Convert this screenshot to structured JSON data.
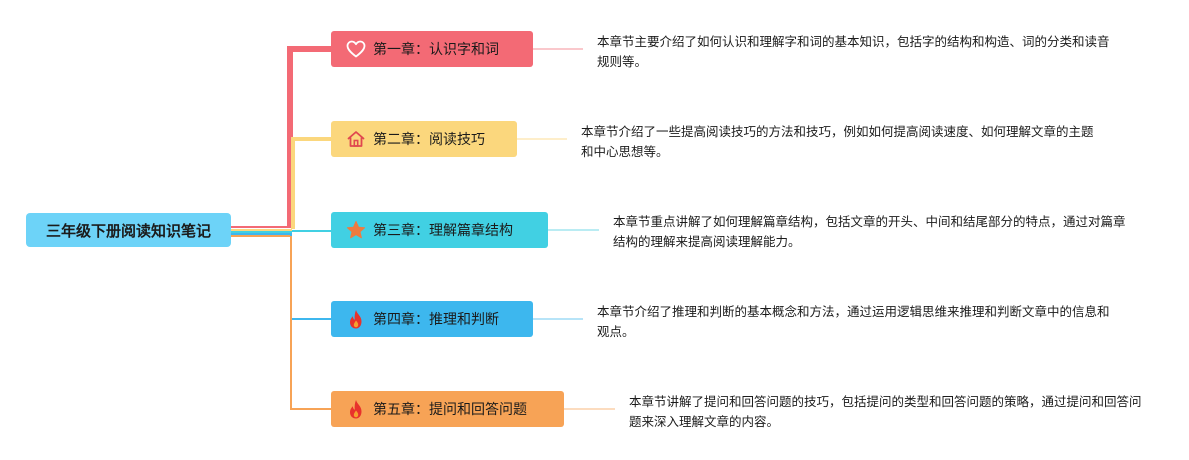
{
  "root": {
    "title": "三年级下册阅读知识笔记",
    "color": "#6dd3f8"
  },
  "chapters": [
    {
      "title": "第一章：认识字和词",
      "icon": "heart-icon",
      "color": "#f36a75",
      "description": "本章节主要介绍了如何认识和理解字和词的基本知识，包括字的结构和构造、词的分类和读音规则等。"
    },
    {
      "title": "第二章：阅读技巧",
      "icon": "house-icon",
      "color": "#fbd77d",
      "description": "本章节介绍了一些提高阅读技巧的方法和技巧，例如如何提高阅读速度、如何理解文章的主题和中心思想等。"
    },
    {
      "title": "第三章：理解篇章结构",
      "icon": "star-icon",
      "color": "#41d0e3",
      "description": "本章节重点讲解了如何理解篇章结构，包括文章的开头、中间和结尾部分的特点，通过对篇章结构的理解来提高阅读理解能力。"
    },
    {
      "title": "第四章：推理和判断",
      "icon": "flame-icon",
      "color": "#3db7ee",
      "description": "本章节介绍了推理和判断的基本概念和方法，通过运用逻辑思维来推理和判断文章中的信息和观点。"
    },
    {
      "title": "第五章：提问和回答问题",
      "icon": "flame-icon",
      "color": "#f7a356",
      "description": "本章节讲解了提问和回答问题的技巧，包括提问的类型和回答问题的策略，通过提问和回答问题来深入理解文章的内容。"
    }
  ]
}
